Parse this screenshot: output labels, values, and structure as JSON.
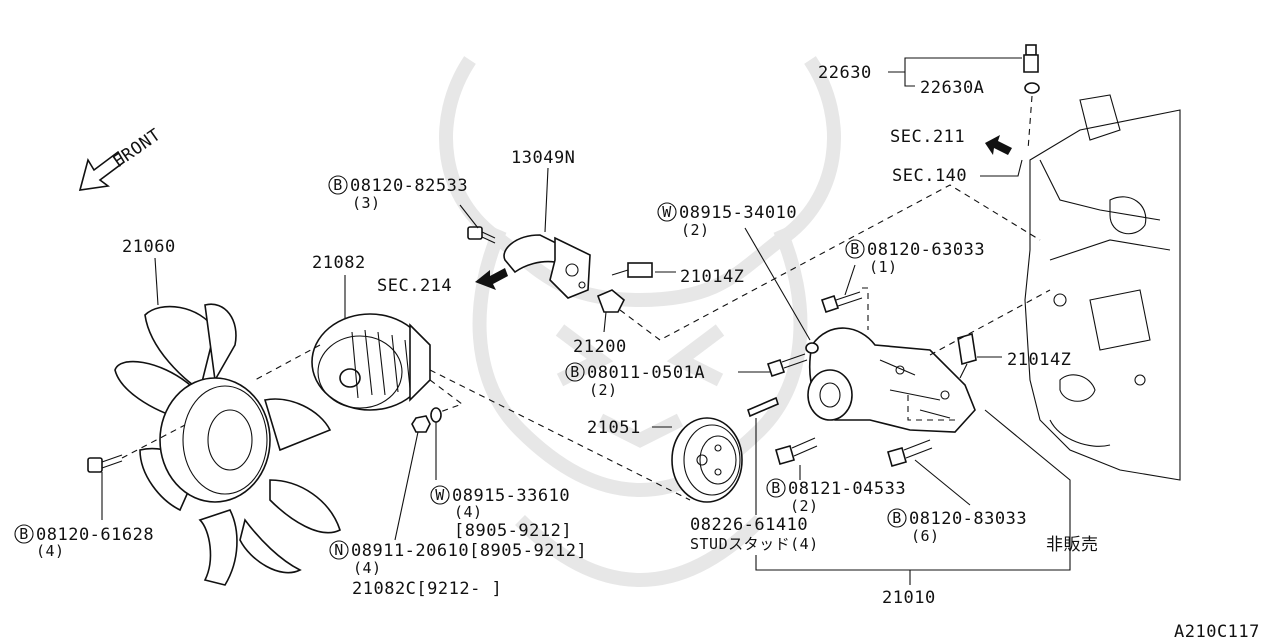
{
  "front_label": "FRONT",
  "doc_code": "A210C117",
  "parts": {
    "p21060": "21060",
    "p21082": "21082",
    "p13049n": "13049N",
    "p21014z_a": "21014Z",
    "p21014z_b": "21014Z",
    "p21200": "21200",
    "p21051": "21051",
    "p21010": "21010",
    "p22630": "22630",
    "p22630a": "22630A",
    "not_sold": "非販売",
    "p21082c": "21082C[9212-      ]"
  },
  "sections": {
    "sec214": "SEC.214",
    "sec211": "SEC.211",
    "sec140": "SEC.140"
  },
  "fasteners": {
    "f_82533": {
      "mark": "B",
      "number": "08120-82533",
      "qty": "(3)"
    },
    "f_61628": {
      "mark": "B",
      "number": "08120-61628",
      "qty": "(4)"
    },
    "f_34010": {
      "mark": "W",
      "number": "08915-34010",
      "qty": "(2)"
    },
    "f_63033": {
      "mark": "B",
      "number": "08120-63033",
      "qty": "(1)"
    },
    "f_0501a": {
      "mark": "B",
      "number": "08011-0501A",
      "qty": "(2)"
    },
    "f_04533": {
      "mark": "B",
      "number": "08121-04533",
      "qty": "(2)"
    },
    "f_83033": {
      "mark": "B",
      "number": "08120-83033",
      "qty": "(6)"
    },
    "f_33610": {
      "mark": "W",
      "number": "08915-33610",
      "qty": "(4)",
      "range": "[8905-9212]"
    },
    "f_20610": {
      "mark": "N",
      "number": "08911-20610[8905-9212]",
      "qty": "(4)"
    },
    "stud": {
      "number": "08226-61410",
      "desc": "STUDスタッド(4)"
    }
  }
}
